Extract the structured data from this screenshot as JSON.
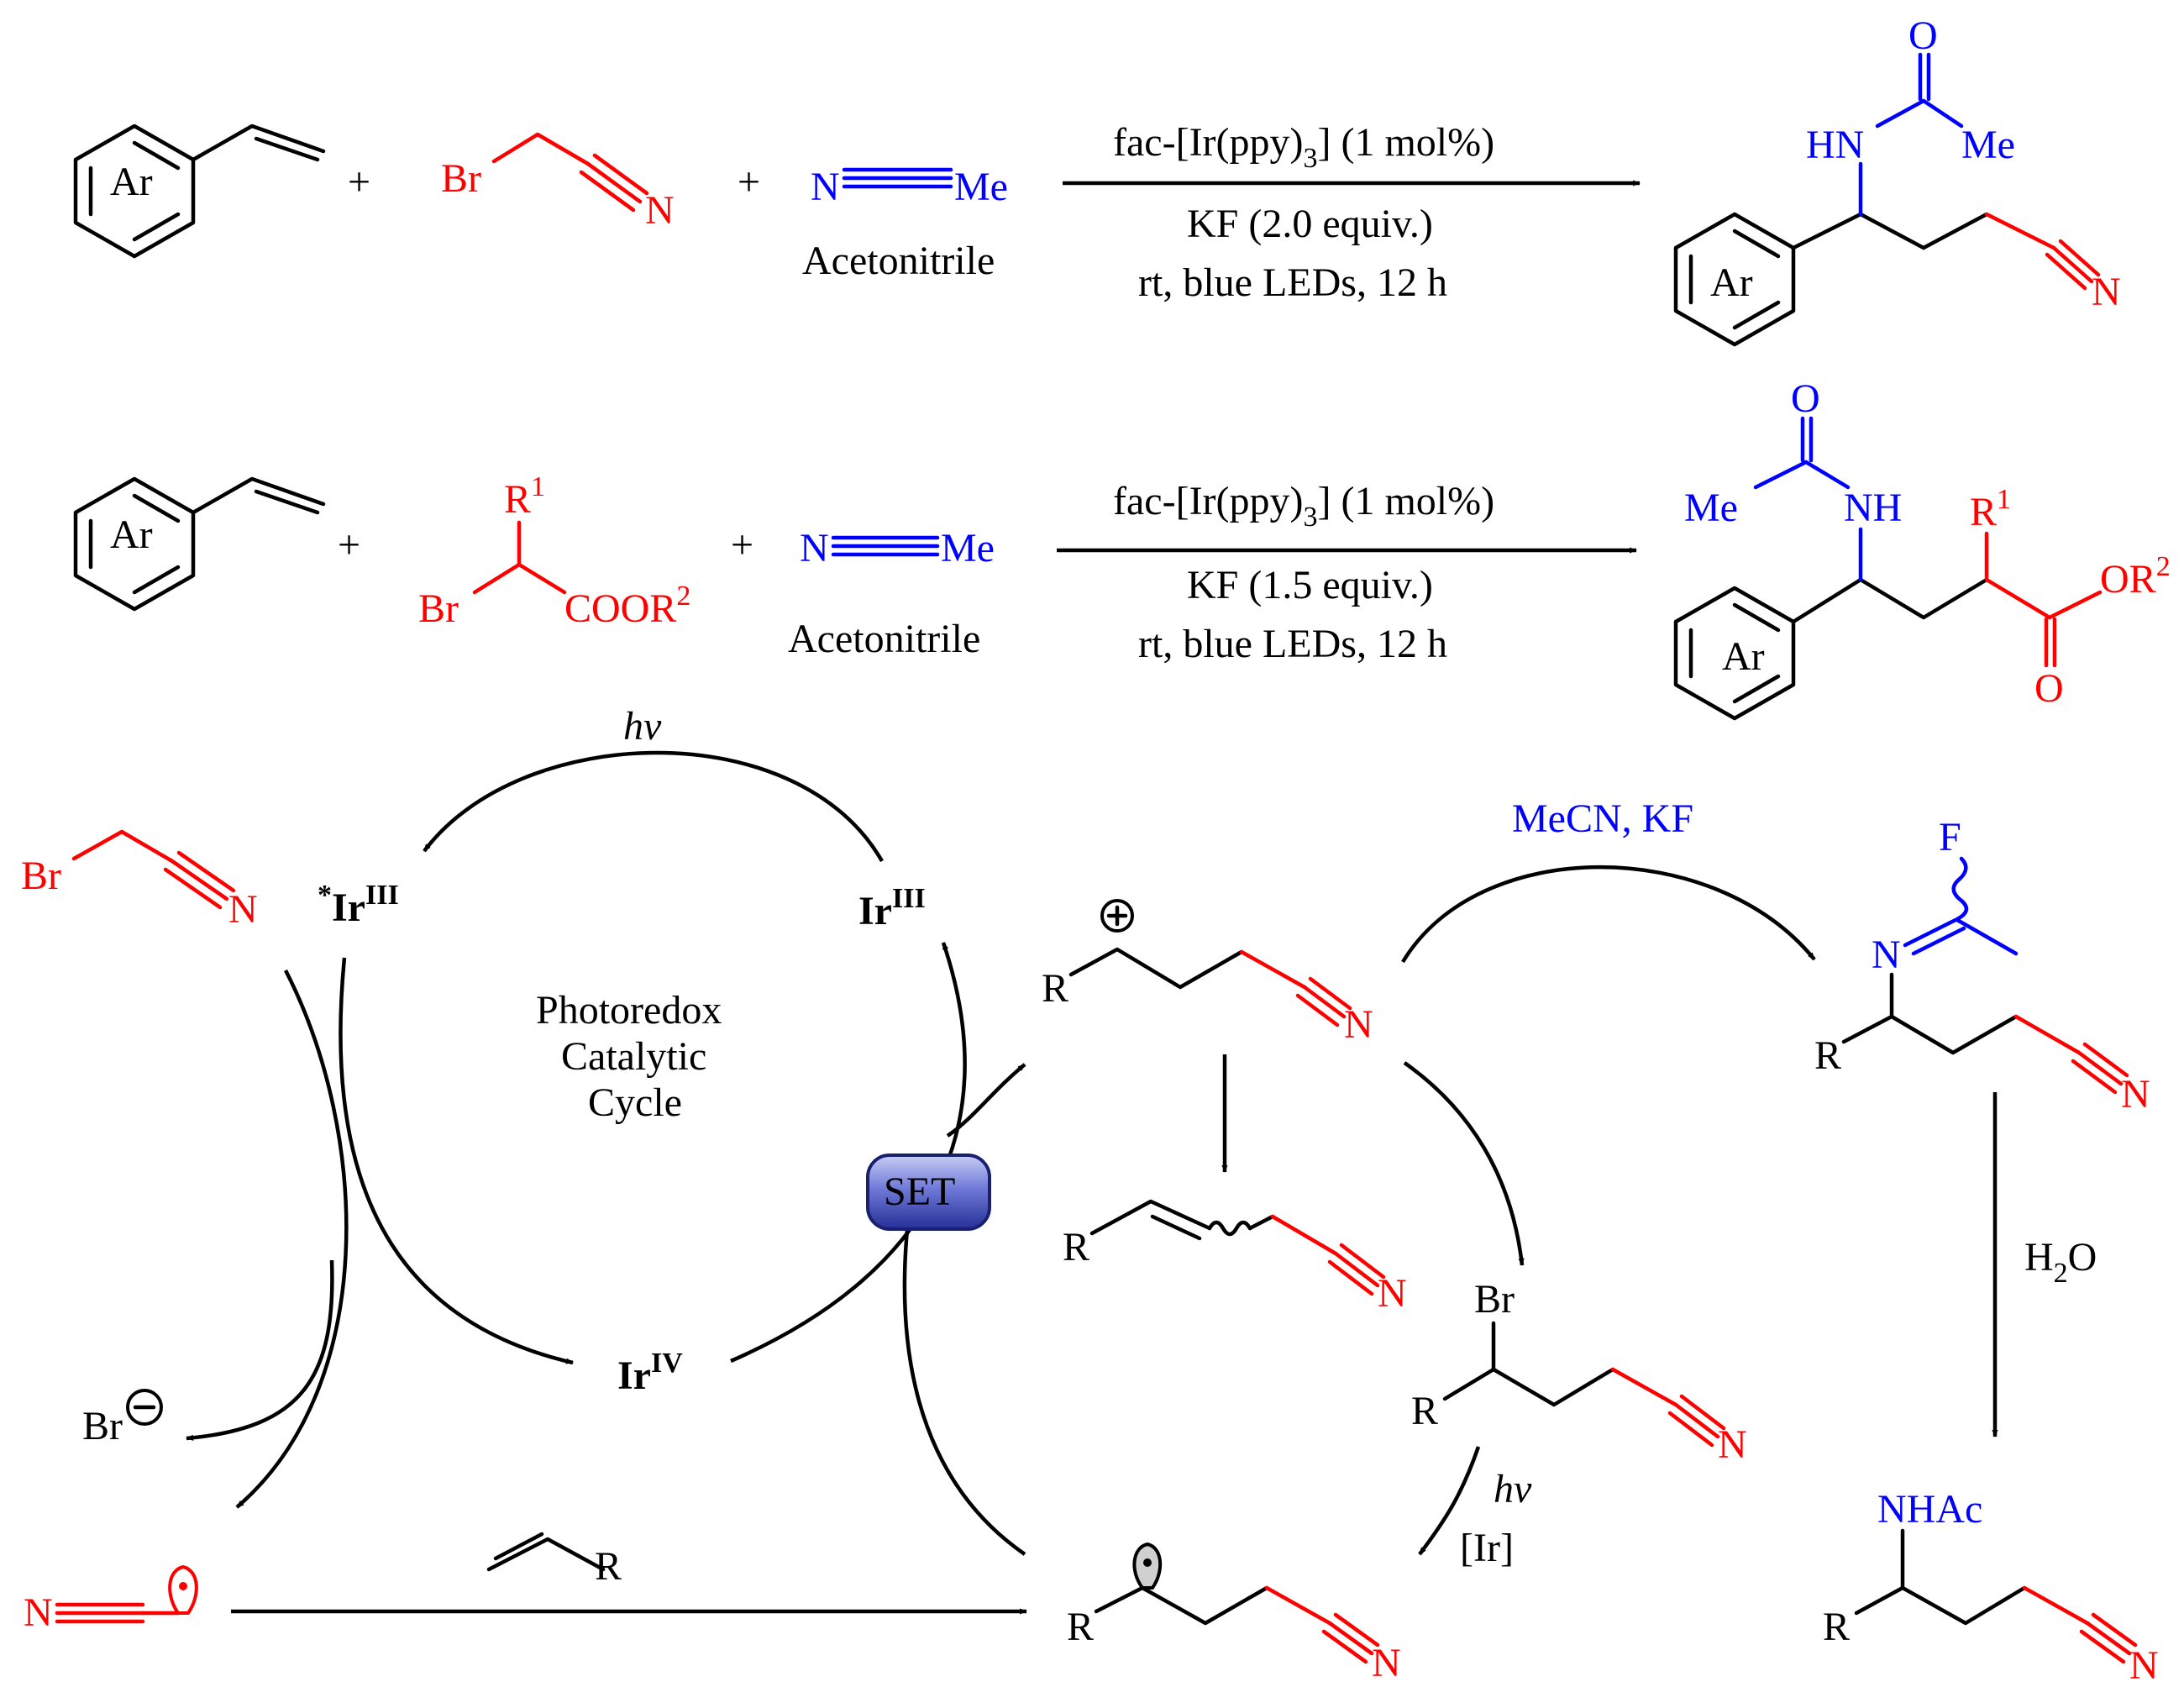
{
  "reaction1": {
    "ar": "Ar",
    "plus1": "+",
    "plus2": "+",
    "br": "Br",
    "n": "N",
    "mecn_n": "N",
    "mecn_me": "Me",
    "acetonitrile": "Acetonitrile",
    "cond_cat_pre": "fac-[Ir(ppy)",
    "cond_cat_sub": "3",
    "cond_cat_post": "] (1 mol%)",
    "cond_base": "KF (2.0 equiv.)",
    "cond_light": "rt, blue LEDs, 12 h",
    "prod_o": "O",
    "prod_hn": "HN",
    "prod_me": "Me",
    "prod_ar": "Ar",
    "prod_n": "N"
  },
  "reaction2": {
    "ar": "Ar",
    "plus1": "+",
    "plus2": "+",
    "r": "R",
    "r_sup": "1",
    "br": "Br",
    "coor": "COOR",
    "coor_sup": "2",
    "mecn_n": "N",
    "mecn_me": "Me",
    "acetonitrile": "Acetonitrile",
    "cond_cat_pre": "fac-[Ir(ppy)",
    "cond_cat_sub": "3",
    "cond_cat_post": "] (1 mol%)",
    "cond_base": "KF (1.5 equiv.)",
    "cond_light": "rt, blue LEDs, 12 h",
    "prod_o": "O",
    "prod_me": "Me",
    "prod_nh": "NH",
    "prod_r": "R",
    "prod_r_sup": "1",
    "prod_ar": "Ar",
    "prod_or": "OR",
    "prod_or_sup": "2",
    "prod_o2": "O"
  },
  "mechanism": {
    "hv_top": "hv",
    "br": "Br",
    "n": "N",
    "ir_star_pre": "*",
    "ir_star": "Ir",
    "ir_star_sup": "III",
    "ir3": "Ir",
    "ir3_sup": "III",
    "ir4": "Ir",
    "ir4_sup": "IV",
    "cycle_line1": "Photoredox",
    "cycle_line2": "Catalytic",
    "cycle_line3": "Cycle",
    "set": "SET",
    "bromide": "Br",
    "radical_n": "N",
    "alkene_r": "R",
    "cation_r": "R",
    "cation_n": "N",
    "mecn_kf": "MeCN, KF",
    "imine_f": "F",
    "imine_n": "N",
    "imine_r": "R",
    "imine_cn": "N",
    "elim_r": "R",
    "elim_n": "N",
    "bromo_br": "Br",
    "bromo_r": "R",
    "bromo_n": "N",
    "hv_low": "hv",
    "ir_cat": "[Ir]",
    "h2o_h": "H",
    "h2o_sub": "2",
    "h2o_o": "O",
    "radical_r": "R",
    "radical_cn": "N",
    "final_nhac": "NHAc",
    "final_r": "R",
    "final_n": "N"
  },
  "colors": {
    "red": "#ff0000",
    "blue": "#0000ff",
    "black": "#000000",
    "set_badge": "#4a55c8"
  }
}
